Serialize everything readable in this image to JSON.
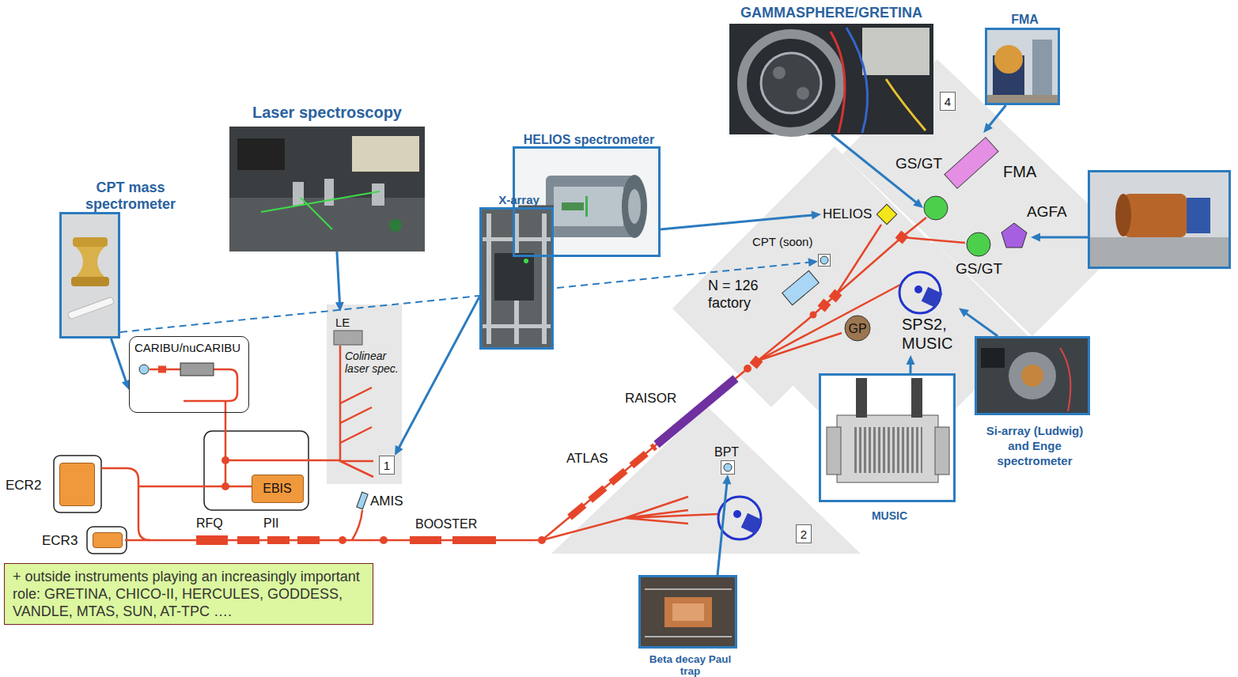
{
  "diagram": {
    "nodes": [
      {
        "text": [
          "CPT mass spectrometer"
        ]
      },
      {
        "text": [
          "Laser spectroscopy"
        ]
      },
      {
        "text": [
          "HELIOS spectrometer"
        ]
      },
      {
        "text": [
          "GAMMASPHERE/GRETINA"
        ]
      },
      {
        "text": [
          "FMA"
        ]
      },
      {
        "text": [
          "X-array"
        ]
      },
      {
        "text": [
          "CARIBU/nuCARIBU"
        ]
      },
      {
        "text": [
          "EBIS"
        ]
      },
      {
        "text": [
          "ECR2"
        ]
      },
      {
        "text": [
          "ECR3"
        ]
      },
      {
        "text": [
          "LE"
        ]
      },
      {
        "text": [
          "FMA"
        ]
      },
      {
        "text": [
          "HELIOS"
        ]
      },
      {
        "text": [
          "GS/GT"
        ]
      },
      {
        "text": [
          "GS/GT"
        ]
      },
      {
        "text": [
          "AGFA"
        ]
      },
      {
        "text": [
          "CPT (soon)"
        ]
      },
      {
        "text": [
          "N = 126 factory"
        ]
      },
      {
        "text": [
          "GP"
        ]
      },
      {
        "text": [
          "SPS2, MUSIC"
        ]
      },
      {
        "text": [
          "BPT"
        ]
      },
      {
        "text": [
          "MUSIC"
        ]
      },
      {
        "text": [
          "Si-array (Ludwig) and Enge spectrometer"
        ]
      },
      {
        "text": [
          "Beta decay Paul trap"
        ]
      },
      {
        "text": [
          "RAISOR"
        ]
      },
      {
        "text": [
          "AMIS"
        ]
      },
      {
        "text": [
          "+ outside instruments playing an increasingly important role: GRETINA, CHICO-II, HERCULES, GODDESS, VANDLE, MTAS, SUN, AT-TPC …."
        ]
      },
      {
        "text": [
          "4"
        ]
      },
      {
        "text": [
          "1"
        ]
      },
      {
        "text": [
          "2"
        ]
      }
    ],
    "edges": [
      {
        "from": 0,
        "to": 6,
        "arrow": "to"
      },
      {
        "from": 0,
        "to": 16,
        "arrow": "to"
      },
      {
        "from": 1,
        "to": 10,
        "arrow": "to"
      },
      {
        "from": 2,
        "to": 12,
        "arrow": "to"
      },
      {
        "from": 3,
        "to": 13,
        "arrow": "to"
      },
      {
        "from": 4,
        "to": 11,
        "arrow": "to"
      },
      {
        "from": 5,
        "to": 28,
        "arrow": "to"
      },
      {
        "from": 21,
        "to": 19,
        "arrow": "to"
      },
      {
        "from": 22,
        "to": 19,
        "arrow": "to"
      },
      {
        "from": 23,
        "to": 20,
        "arrow": "to"
      }
    ],
    "labels": [
      "RFQ",
      "PII",
      "BOOSTER",
      "ATLAS",
      "Colinear laser spec."
    ]
  }
}
